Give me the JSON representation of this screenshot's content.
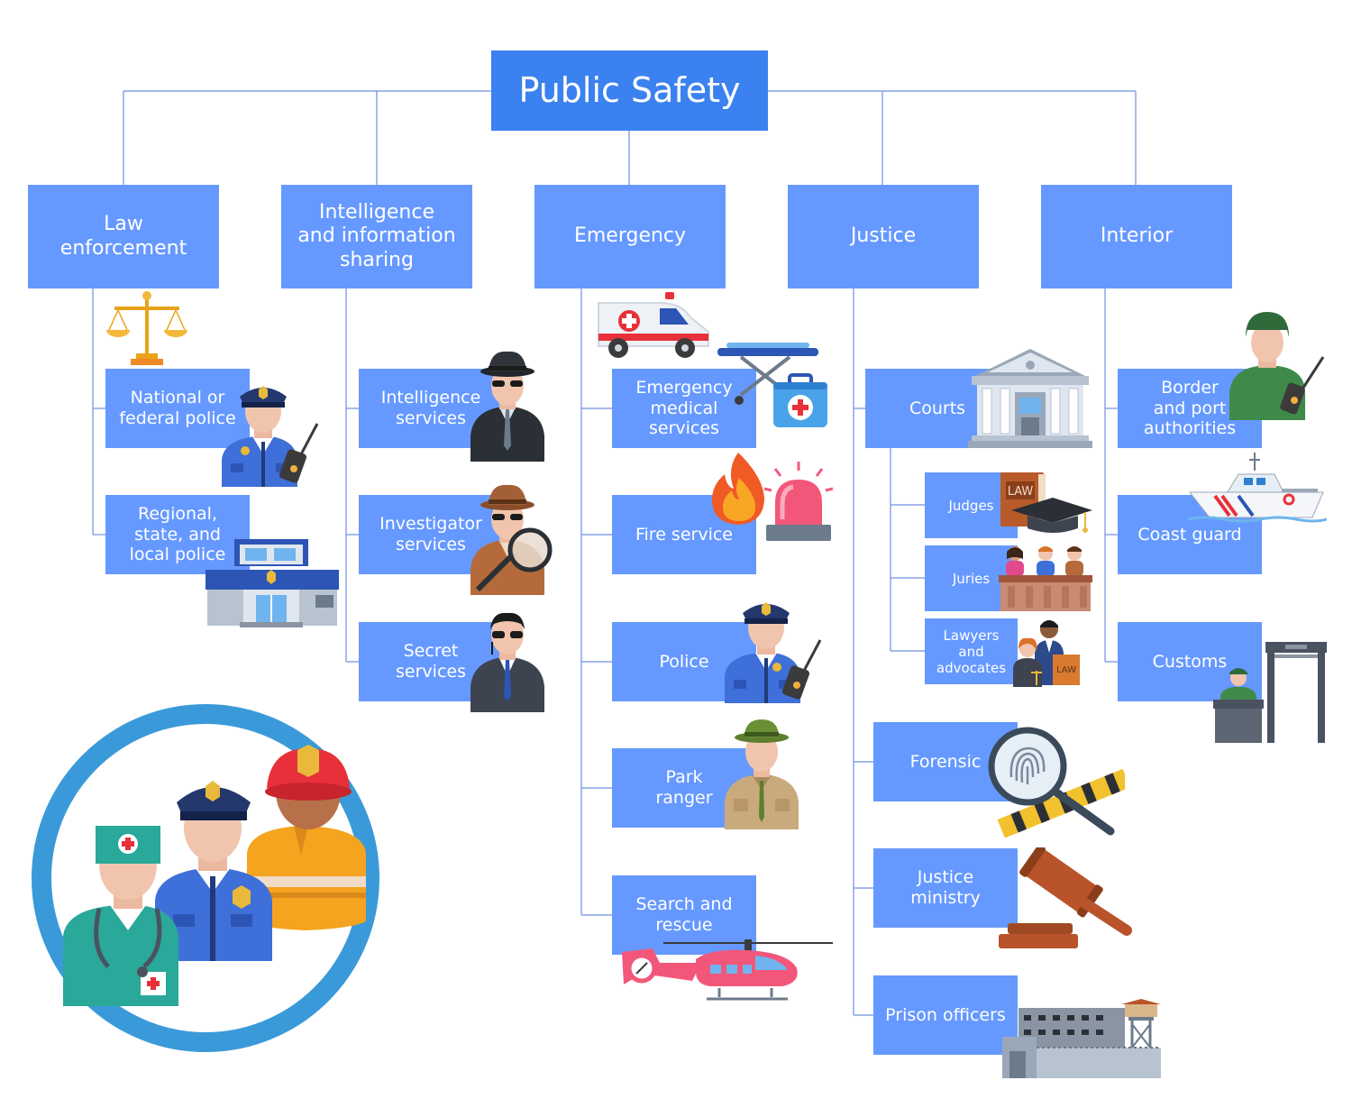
{
  "diagram": {
    "root": "Public Safety",
    "categories": [
      {
        "key": "law",
        "label": "Law\nenforcement",
        "children": [
          {
            "key": "national_police",
            "label": "National or\nfederal police"
          },
          {
            "key": "regional_police",
            "label": "Regional,\nstate, and\nlocal police"
          }
        ]
      },
      {
        "key": "intel",
        "label": "Intelligence\nand information\nsharing",
        "children": [
          {
            "key": "intel_services",
            "label": "Intelligence\nservices"
          },
          {
            "key": "investigator",
            "label": "Investigator\nservices"
          },
          {
            "key": "secret",
            "label": "Secret\nservices"
          }
        ]
      },
      {
        "key": "emergency",
        "label": "Emergency",
        "children": [
          {
            "key": "ems",
            "label": "Emergency\nmedical\nservices"
          },
          {
            "key": "fire",
            "label": "Fire service"
          },
          {
            "key": "police",
            "label": "Police"
          },
          {
            "key": "park",
            "label": "Park\nranger"
          },
          {
            "key": "sar",
            "label": "Search and\nrescue"
          }
        ]
      },
      {
        "key": "justice",
        "label": "Justice",
        "children": [
          {
            "key": "courts",
            "label": "Courts",
            "children": [
              {
                "key": "judges",
                "label": "Judges"
              },
              {
                "key": "juries",
                "label": "Juries"
              },
              {
                "key": "lawyers",
                "label": "Lawyers\nand\nadvocates"
              }
            ]
          },
          {
            "key": "forensic",
            "label": "Forensic"
          },
          {
            "key": "ministry",
            "label": "Justice\nministry"
          },
          {
            "key": "prison",
            "label": "Prison officers"
          }
        ]
      },
      {
        "key": "interior",
        "label": "Interior",
        "children": [
          {
            "key": "border",
            "label": "Border\nand port\nauthorities"
          },
          {
            "key": "coast",
            "label": "Coast guard"
          },
          {
            "key": "customs",
            "label": "Customs"
          }
        ]
      }
    ],
    "book_label": "LAW"
  },
  "colors": {
    "root_fill": "#3b82f0",
    "node_fill": "#6699ff",
    "node_text": "#ffffff",
    "connector": "#6f8fe0"
  },
  "icons": [
    "scales-icon",
    "police-officer-icon",
    "police-station-icon",
    "spy-icon",
    "detective-icon",
    "secret-agent-icon",
    "ambulance-icon",
    "stretcher-icon",
    "first-aid-kit-icon",
    "fire-icon",
    "siren-icon",
    "park-ranger-icon",
    "helicopter-icon",
    "courthouse-icon",
    "law-book-icon",
    "graduation-cap-icon",
    "jury-box-icon",
    "lawyers-icon",
    "fingerprint-magnifier-icon",
    "gavel-icon",
    "prison-icon",
    "soldier-icon",
    "coast-guard-boat-icon",
    "customs-officer-icon",
    "metal-detector-icon",
    "public-safety-team-icon"
  ]
}
